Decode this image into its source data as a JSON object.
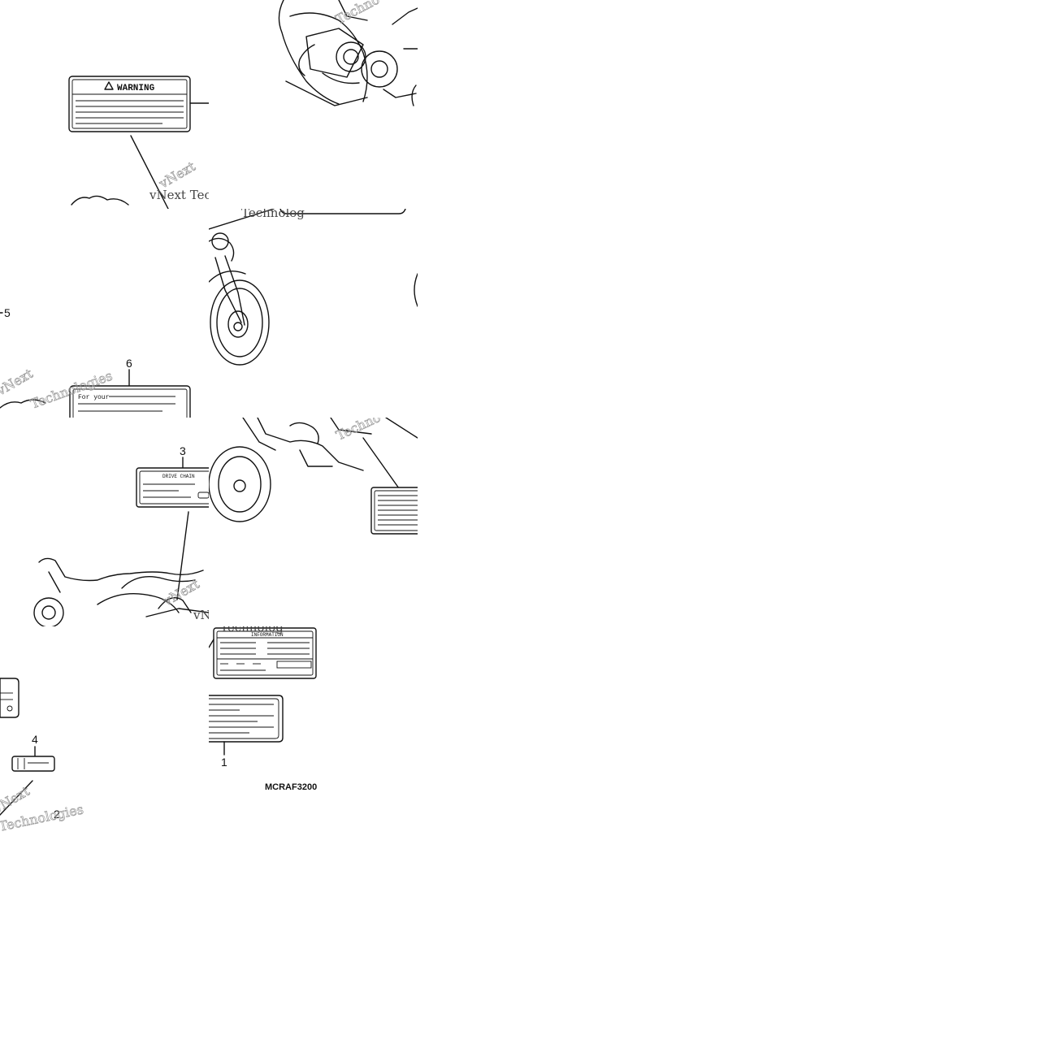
{
  "callouts": {
    "c1": "1",
    "c2": "2",
    "c3": "3",
    "c4": "4",
    "c5": "5",
    "c6": "6"
  },
  "labels": {
    "warning": "WARNING",
    "for_your": "For your",
    "drive_chain": "DRIVE CHAIN",
    "information": "INFORMATION"
  },
  "diagram_code": "MCRAF3200",
  "watermark": {
    "a": "vNext",
    "b": "Technologies",
    "c": "vNext Tec",
    "d": "Technolog",
    "e": "Techno"
  }
}
